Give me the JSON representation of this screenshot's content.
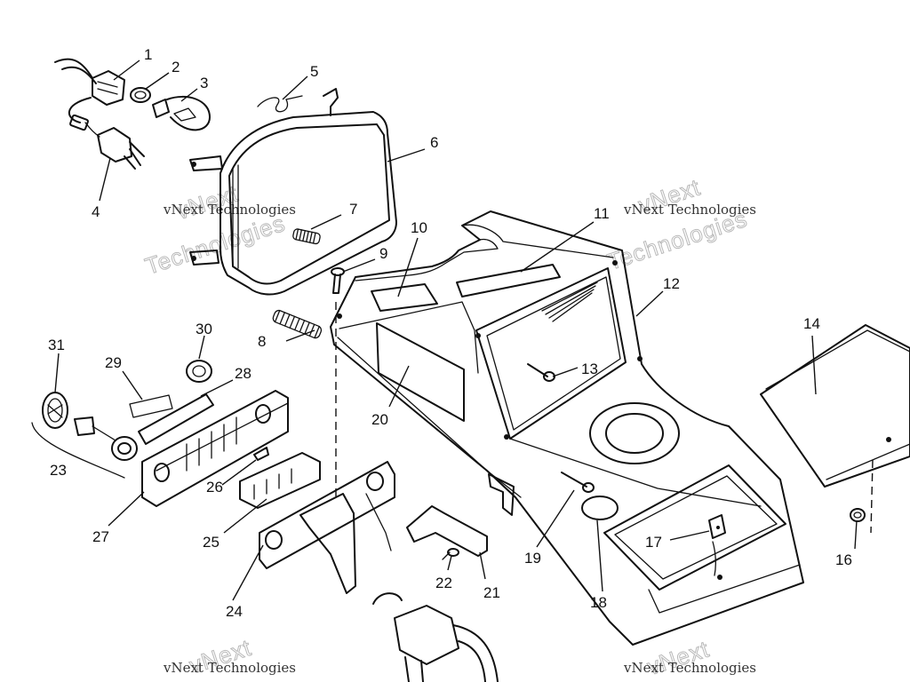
{
  "callouts": [
    "1",
    "2",
    "3",
    "4",
    "5",
    "6",
    "7",
    "8",
    "9",
    "10",
    "11",
    "12",
    "13",
    "14",
    "16",
    "17",
    "18",
    "19",
    "20",
    "21",
    "22",
    "23",
    "24",
    "25",
    "26",
    "27",
    "28",
    "29",
    "30",
    "31"
  ],
  "watermark": {
    "company": "vNext Technologies",
    "brand_top": "vNext",
    "brand_bottom": "Technologies"
  }
}
